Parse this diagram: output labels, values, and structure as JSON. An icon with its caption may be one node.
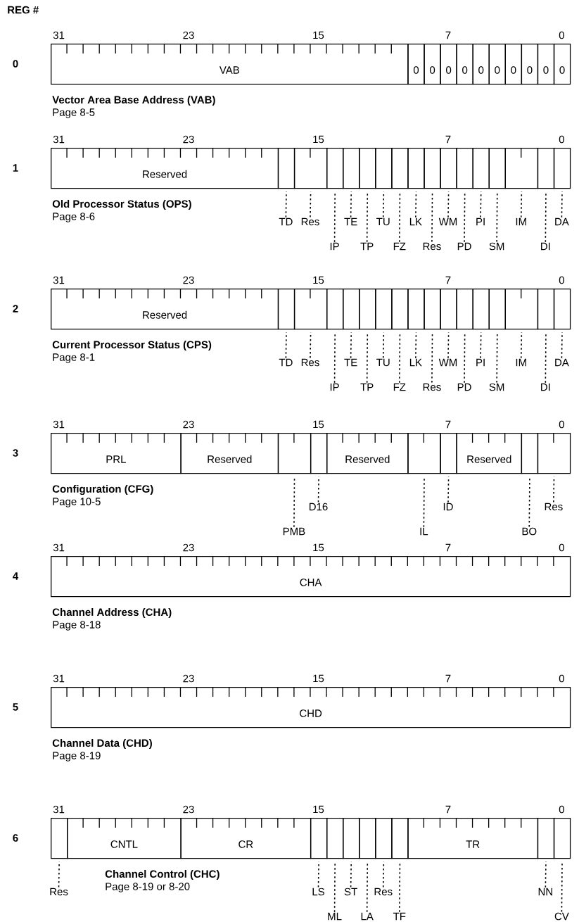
{
  "diagram": {
    "nodes": [
      {
        "text": [
          "VAB"
        ]
      },
      {
        "text": [
          "0"
        ]
      },
      {
        "text": [
          "0"
        ]
      },
      {
        "text": [
          "0"
        ]
      },
      {
        "text": [
          "0"
        ]
      },
      {
        "text": [
          "0"
        ]
      },
      {
        "text": [
          "0"
        ]
      },
      {
        "text": [
          "0"
        ]
      },
      {
        "text": [
          "0"
        ]
      },
      {
        "text": [
          "0"
        ]
      },
      {
        "text": [
          "0"
        ]
      },
      {
        "text": [
          "Reserved"
        ]
      },
      {
        "text": [],
        "shape": "box"
      },
      {
        "text": [],
        "shape": "box"
      },
      {
        "text": [],
        "shape": "box"
      },
      {
        "text": [],
        "shape": "box"
      },
      {
        "text": [],
        "shape": "box"
      },
      {
        "text": [],
        "shape": "box"
      },
      {
        "text": [],
        "shape": "box"
      },
      {
        "text": [],
        "shape": "box"
      },
      {
        "text": [],
        "shape": "box"
      },
      {
        "text": [],
        "shape": "box"
      },
      {
        "text": [],
        "shape": "box"
      },
      {
        "text": [],
        "shape": "box"
      },
      {
        "text": [],
        "shape": "box"
      },
      {
        "text": [],
        "shape": "box"
      },
      {
        "text": [],
        "shape": "box"
      },
      {
        "text": [],
        "shape": "box"
      },
      {
        "text": [
          "TD"
        ]
      },
      {
        "text": [
          "Res"
        ]
      },
      {
        "text": [
          "IP"
        ]
      },
      {
        "text": [
          "TE"
        ]
      },
      {
        "text": [
          "TP"
        ]
      },
      {
        "text": [
          "TU"
        ]
      },
      {
        "text": [
          "FZ"
        ]
      },
      {
        "text": [
          "LK"
        ]
      },
      {
        "text": [
          "Res"
        ]
      },
      {
        "text": [
          "WM"
        ]
      },
      {
        "text": [
          "PD"
        ]
      },
      {
        "text": [
          "PI"
        ]
      },
      {
        "text": [
          "SM"
        ]
      },
      {
        "text": [
          "IM"
        ]
      },
      {
        "text": [
          "DI"
        ]
      },
      {
        "text": [
          "DA"
        ]
      },
      {
        "text": [
          "Reserved"
        ]
      },
      {
        "text": [],
        "shape": "box"
      },
      {
        "text": [],
        "shape": "box"
      },
      {
        "text": [],
        "shape": "box"
      },
      {
        "text": [],
        "shape": "box"
      },
      {
        "text": [],
        "shape": "box"
      },
      {
        "text": [],
        "shape": "box"
      },
      {
        "text": [],
        "shape": "box"
      },
      {
        "text": [],
        "shape": "box"
      },
      {
        "text": [],
        "shape": "box"
      },
      {
        "text": [],
        "shape": "box"
      },
      {
        "text": [],
        "shape": "box"
      },
      {
        "text": [],
        "shape": "box"
      },
      {
        "text": [],
        "shape": "box"
      },
      {
        "text": [],
        "shape": "box"
      },
      {
        "text": [],
        "shape": "box"
      },
      {
        "text": [],
        "shape": "box"
      },
      {
        "text": [
          "TD"
        ]
      },
      {
        "text": [
          "Res"
        ]
      },
      {
        "text": [
          "IP"
        ]
      },
      {
        "text": [
          "TE"
        ]
      },
      {
        "text": [
          "TP"
        ]
      },
      {
        "text": [
          "TU"
        ]
      },
      {
        "text": [
          "FZ"
        ]
      },
      {
        "text": [
          "LK"
        ]
      },
      {
        "text": [
          "Res"
        ]
      },
      {
        "text": [
          "WM"
        ]
      },
      {
        "text": [
          "PD"
        ]
      },
      {
        "text": [
          "PI"
        ]
      },
      {
        "text": [
          "SM"
        ]
      },
      {
        "text": [
          "IM"
        ]
      },
      {
        "text": [
          "DI"
        ]
      },
      {
        "text": [
          "DA"
        ]
      },
      {
        "text": [
          "PRL"
        ]
      },
      {
        "text": [
          "Reserved"
        ]
      },
      {
        "text": [],
        "shape": "box"
      },
      {
        "text": [],
        "shape": "box"
      },
      {
        "text": [
          "Reserved"
        ]
      },
      {
        "text": [],
        "shape": "box"
      },
      {
        "text": [],
        "shape": "box"
      },
      {
        "text": [
          "Reserved"
        ]
      },
      {
        "text": [],
        "shape": "box"
      },
      {
        "text": [],
        "shape": "box"
      },
      {
        "text": [
          "PMB"
        ]
      },
      {
        "text": [
          "D16"
        ]
      },
      {
        "text": [
          "IL"
        ]
      },
      {
        "text": [
          "ID"
        ]
      },
      {
        "text": [
          "BO"
        ]
      },
      {
        "text": [
          "Res"
        ]
      },
      {
        "text": [
          "CHA"
        ]
      },
      {
        "text": [
          "CHD"
        ]
      },
      {
        "text": [],
        "shape": "box"
      },
      {
        "text": [
          "CNTL"
        ]
      },
      {
        "text": [
          "CR"
        ]
      },
      {
        "text": [],
        "shape": "box"
      },
      {
        "text": [],
        "shape": "box"
      },
      {
        "text": [],
        "shape": "box"
      },
      {
        "text": [],
        "shape": "box"
      },
      {
        "text": [],
        "shape": "box"
      },
      {
        "text": [],
        "shape": "box"
      },
      {
        "text": [
          "TR"
        ]
      },
      {
        "text": [],
        "shape": "box"
      },
      {
        "text": [],
        "shape": "box"
      },
      {
        "text": [
          "Res"
        ]
      },
      {
        "text": [
          "LS"
        ]
      },
      {
        "text": [
          "ML"
        ]
      },
      {
        "text": [
          "ST"
        ]
      },
      {
        "text": [
          "LA"
        ]
      },
      {
        "text": [
          "Res"
        ]
      },
      {
        "text": [
          "TF"
        ]
      },
      {
        "text": [
          "NN"
        ]
      },
      {
        "text": [
          "CV"
        ]
      }
    ],
    "edges": [
      {
        "from": 28,
        "to": 12,
        "arrow": "none",
        "style": "dashed"
      },
      {
        "from": 29,
        "to": 13,
        "arrow": "none",
        "style": "dashed"
      },
      {
        "from": 30,
        "to": 14,
        "arrow": "none",
        "style": "dashed"
      },
      {
        "from": 31,
        "to": 15,
        "arrow": "none",
        "style": "dashed"
      },
      {
        "from": 32,
        "to": 16,
        "arrow": "none",
        "style": "dashed"
      },
      {
        "from": 33,
        "to": 17,
        "arrow": "none",
        "style": "dashed"
      },
      {
        "from": 34,
        "to": 18,
        "arrow": "none",
        "style": "dashed"
      },
      {
        "from": 35,
        "to": 19,
        "arrow": "none",
        "style": "dashed"
      },
      {
        "from": 36,
        "to": 20,
        "arrow": "none",
        "style": "dashed"
      },
      {
        "from": 37,
        "to": 21,
        "arrow": "none",
        "style": "dashed"
      },
      {
        "from": 38,
        "to": 22,
        "arrow": "none",
        "style": "dashed"
      },
      {
        "from": 39,
        "to": 23,
        "arrow": "none",
        "style": "dashed"
      },
      {
        "from": 40,
        "to": 24,
        "arrow": "none",
        "style": "dashed"
      },
      {
        "from": 41,
        "to": 25,
        "arrow": "none",
        "style": "dashed"
      },
      {
        "from": 42,
        "to": 26,
        "arrow": "none",
        "style": "dashed"
      },
      {
        "from": 43,
        "to": 27,
        "arrow": "none",
        "style": "dashed"
      },
      {
        "from": 61,
        "to": 45,
        "arrow": "none",
        "style": "dashed"
      },
      {
        "from": 62,
        "to": 46,
        "arrow": "none",
        "style": "dashed"
      },
      {
        "from": 63,
        "to": 47,
        "arrow": "none",
        "style": "dashed"
      },
      {
        "from": 64,
        "to": 48,
        "arrow": "none",
        "style": "dashed"
      },
      {
        "from": 65,
        "to": 49,
        "arrow": "none",
        "style": "dashed"
      },
      {
        "from": 66,
        "to": 50,
        "arrow": "none",
        "style": "dashed"
      },
      {
        "from": 67,
        "to": 51,
        "arrow": "none",
        "style": "dashed"
      },
      {
        "from": 68,
        "to": 52,
        "arrow": "none",
        "style": "dashed"
      },
      {
        "from": 69,
        "to": 53,
        "arrow": "none",
        "style": "dashed"
      },
      {
        "from": 70,
        "to": 54,
        "arrow": "none",
        "style": "dashed"
      },
      {
        "from": 71,
        "to": 55,
        "arrow": "none",
        "style": "dashed"
      },
      {
        "from": 72,
        "to": 56,
        "arrow": "none",
        "style": "dashed"
      },
      {
        "from": 73,
        "to": 57,
        "arrow": "none",
        "style": "dashed"
      },
      {
        "from": 74,
        "to": 58,
        "arrow": "none",
        "style": "dashed"
      },
      {
        "from": 75,
        "to": 59,
        "arrow": "none",
        "style": "dashed"
      },
      {
        "from": 76,
        "to": 60,
        "arrow": "none",
        "style": "dashed"
      },
      {
        "from": 87,
        "to": 79,
        "arrow": "none",
        "style": "dashed"
      },
      {
        "from": 88,
        "to": 80,
        "arrow": "none",
        "style": "dashed"
      },
      {
        "from": 89,
        "to": 82,
        "arrow": "none",
        "style": "dashed"
      },
      {
        "from": 90,
        "to": 83,
        "arrow": "none",
        "style": "dashed"
      },
      {
        "from": 91,
        "to": 85,
        "arrow": "none",
        "style": "dashed"
      },
      {
        "from": 92,
        "to": 86,
        "arrow": "none",
        "style": "dashed"
      },
      {
        "from": 107,
        "to": 95,
        "arrow": "none",
        "style": "dashed"
      },
      {
        "from": 108,
        "to": 98,
        "arrow": "none",
        "style": "dashed"
      },
      {
        "from": 109,
        "to": 99,
        "arrow": "none",
        "style": "dashed"
      },
      {
        "from": 110,
        "to": 100,
        "arrow": "none",
        "style": "dashed"
      },
      {
        "from": 111,
        "to": 101,
        "arrow": "none",
        "style": "dashed"
      },
      {
        "from": 112,
        "to": 102,
        "arrow": "none",
        "style": "dashed"
      },
      {
        "from": 113,
        "to": 103,
        "arrow": "none",
        "style": "dashed"
      },
      {
        "from": 114,
        "to": 105,
        "arrow": "none",
        "style": "dashed"
      },
      {
        "from": 115,
        "to": 106,
        "arrow": "none",
        "style": "dashed"
      }
    ],
    "labels": [
      "REG #",
      "0",
      "31",
      "23",
      "15",
      "7",
      "0",
      "Vector Area Base Address (VAB)",
      "Page 8-5",
      "1",
      "31",
      "23",
      "15",
      "7",
      "0",
      "Old Processor Status (OPS)",
      "Page 8-6",
      "2",
      "31",
      "23",
      "15",
      "7",
      "0",
      "Current Processor Status (CPS)",
      "Page 8-1",
      "3",
      "31",
      "23",
      "15",
      "7",
      "0",
      "Configuration (CFG)",
      "Page 10-5",
      "4",
      "31",
      "23",
      "15",
      "7",
      "0",
      "Channel Address (CHA)",
      "Page 8-18",
      "5",
      "31",
      "23",
      "15",
      "7",
      "0",
      "Channel Data (CHD)",
      "Page 8-19",
      "6",
      "31",
      "23",
      "15",
      "7",
      "0",
      "Channel Control (CHC)",
      "Page 8-19 or 8-20"
    ]
  }
}
